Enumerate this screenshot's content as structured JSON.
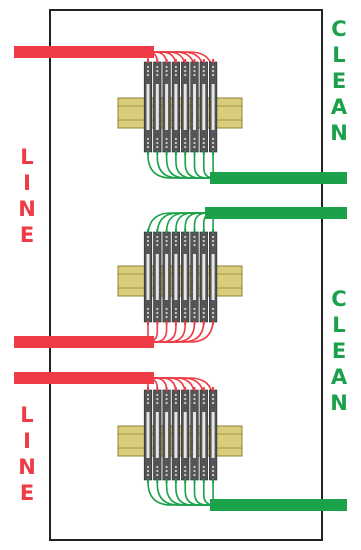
{
  "colors": {
    "line": "#ee3b45",
    "clean": "#1aa14a",
    "rail": "#d8cd7a",
    "rail_stroke": "#8f8436",
    "block": "#555558",
    "block_dark": "#2a2a2c",
    "enclosure": "#222222"
  },
  "labels": {
    "line_top": "LINE",
    "line_bottom": "LINE",
    "clean_top": "CLEAN",
    "clean_bottom": "CLEAN"
  },
  "diagram": {
    "units": [
      {
        "name": "top-unit",
        "input_side": "top",
        "input_wiring": "line",
        "output_wiring": "clean"
      },
      {
        "name": "middle-unit",
        "input_side": "top",
        "input_wiring": "clean",
        "output_wiring": "line"
      },
      {
        "name": "bottom-unit",
        "input_side": "top",
        "input_wiring": "line",
        "output_wiring": "clean"
      }
    ],
    "terminals_per_unit": 8
  }
}
